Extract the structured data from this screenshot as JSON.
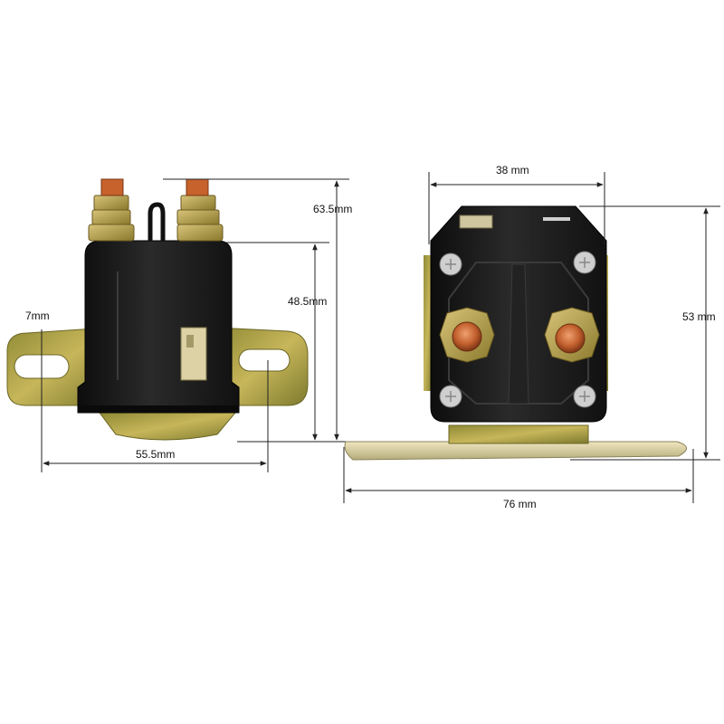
{
  "side_view": {
    "dimensions": {
      "overall_height": "63.5mm",
      "body_height": "48.5mm",
      "mount_hole": "7mm",
      "hole_spacing": "55.5mm"
    }
  },
  "front_view": {
    "dimensions": {
      "body_width": "38 mm",
      "body_height": "53 mm",
      "base_length": "76 mm"
    }
  },
  "colors": {
    "body": "#1c1c1c",
    "bracket": "#b7a64c",
    "copper": "#c86a3a",
    "dimension_line": "#222222"
  }
}
